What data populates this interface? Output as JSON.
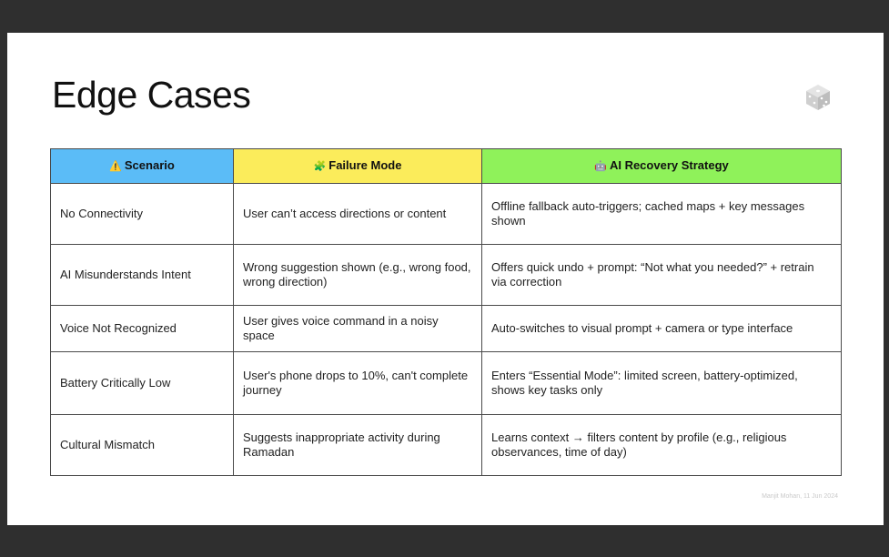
{
  "slide": {
    "title": "Edge Cases",
    "footer": "Manjit Mohan, 11 Jun 2024",
    "corner_icon": "dice-icon"
  },
  "table": {
    "headers": [
      {
        "icon": "warning-icon",
        "emoji": "⚠️",
        "label": "Scenario",
        "color": "#5bbcf7"
      },
      {
        "icon": "puzzle-icon",
        "emoji": "🧩",
        "label": "Failure Mode",
        "color": "#fbec5b"
      },
      {
        "icon": "robot-icon",
        "emoji": "🤖",
        "label": "AI Recovery Strategy",
        "color": "#8ff25a"
      }
    ],
    "rows": [
      {
        "scenario": "No Connectivity",
        "failure": "User can’t access directions or content",
        "strategy": "Offline fallback auto-triggers; cached maps + key messages shown"
      },
      {
        "scenario": "AI Misunderstands Intent",
        "failure": "Wrong suggestion shown (e.g., wrong food, wrong direction)",
        "strategy": "Offers quick undo + prompt: “Not what you needed?” + retrain via correction"
      },
      {
        "scenario": "Voice Not Recognized",
        "failure": "User gives voice command in a noisy space",
        "strategy": "Auto-switches to visual prompt + camera or type interface"
      },
      {
        "scenario": "Battery Critically Low",
        "failure": "User's phone drops to 10%, can't complete journey",
        "strategy": "Enters “Essential Mode”: limited screen, battery-optimized, shows key tasks only"
      },
      {
        "scenario": "Cultural Mismatch",
        "failure": "Suggests inappropriate activity during Ramadan",
        "strategy": "Learns context → filters content by profile (e.g., religious observances, time of day)"
      }
    ]
  }
}
